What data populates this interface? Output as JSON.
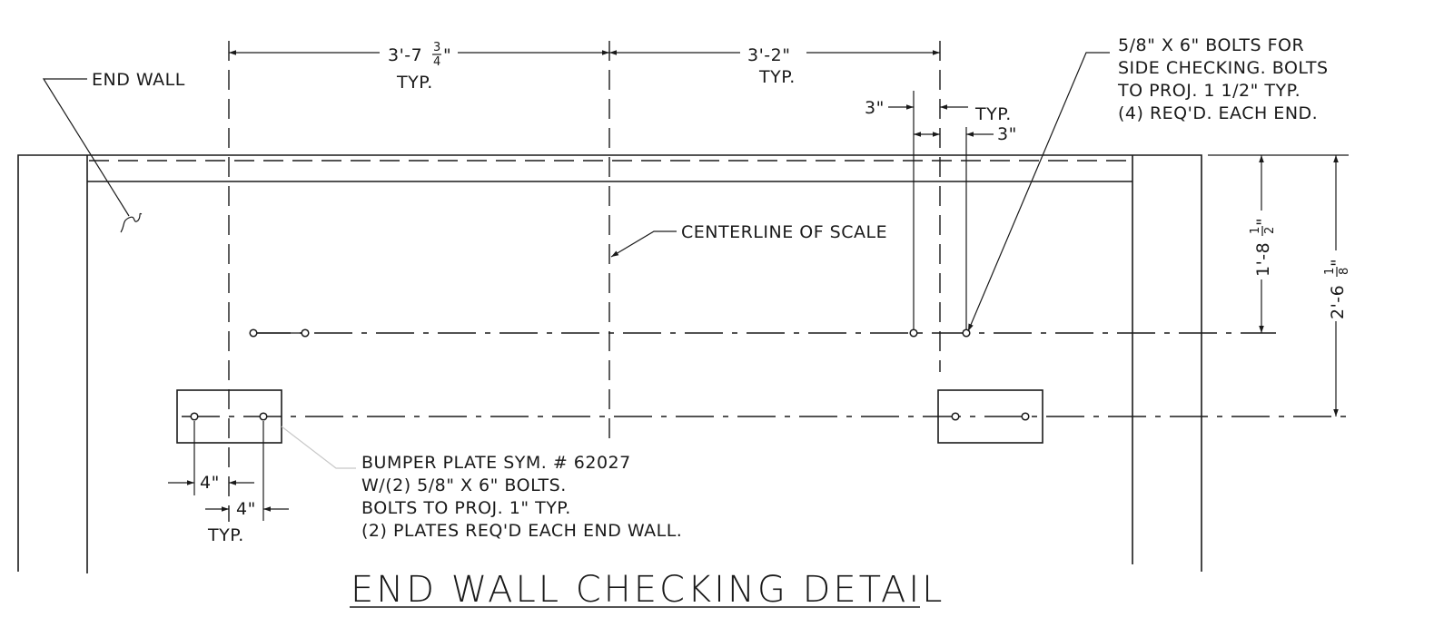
{
  "title": "END WALL CHECKING DETAIL",
  "labels": {
    "end_wall": "END WALL",
    "centerline": "CENTERLINE OF SCALE",
    "side_bolts": [
      "5/8\" X 6\" BOLTS FOR",
      "SIDE CHECKING. BOLTS",
      "TO PROJ. 1 1/2\" TYP.",
      "(4) REQ'D. EACH END."
    ],
    "bumper_plate": [
      "BUMPER PLATE SYM. # 62027",
      "W/(2) 5/8\" X 6\" BOLTS.",
      "BOLTS TO PROJ. 1\" TYP.",
      "(2) PLATES REQ'D EACH END WALL."
    ]
  },
  "dimensions": {
    "dim1_main": "3'-7",
    "dim1_num": "3",
    "dim1_den": "4",
    "dim1_tail": "\"",
    "dim1_typ": "TYP.",
    "dim2": "3'-2\"",
    "dim2_typ": "TYP.",
    "dim3_left": "3\"",
    "dim3_typ": "TYP.",
    "dim3_right": "3\"",
    "dim4_a": "4\"",
    "dim4_b": "4\"",
    "dim4_typ": "TYP.",
    "vert1_main": "1'-8",
    "vert1_num": "1",
    "vert1_den": "2",
    "vert1_tail": "\"",
    "vert2_main": "2'-6",
    "vert2_num": "1",
    "vert2_den": "8",
    "vert2_tail": "\""
  }
}
